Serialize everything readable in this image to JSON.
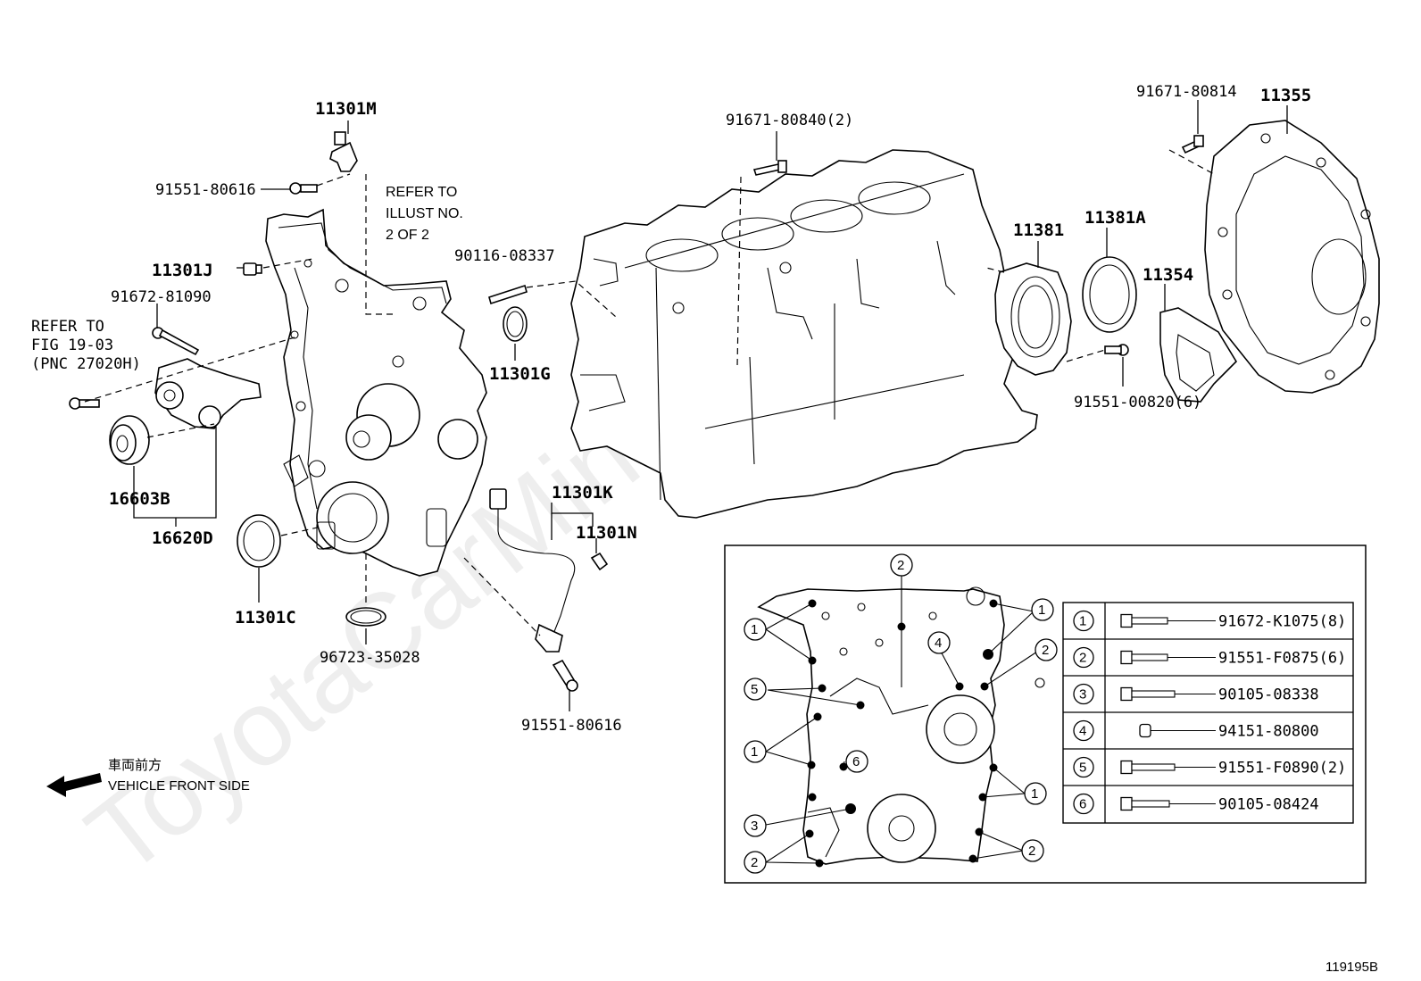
{
  "watermark": "ToyotaCarMine.ru",
  "labels": {
    "l_11301M": "11301M",
    "l_91551_80616_top": "91551-80616",
    "l_refer_illust_1": "REFER TO",
    "l_refer_illust_2": "ILLUST NO.",
    "l_refer_illust_3": "2 OF 2",
    "l_11301J": "11301J",
    "l_91672_81090": "91672-81090",
    "l_refer_fig_1": "REFER TO",
    "l_refer_fig_2": "FIG 19-03",
    "l_refer_fig_3": "(PNC 27020H)",
    "l_16603B": "16603B",
    "l_16620D": "16620D",
    "l_11301C": "11301C",
    "l_96723_35028": "96723-35028",
    "l_90116_08337": "90116-08337",
    "l_11301G": "11301G",
    "l_11301K": "11301K",
    "l_11301N": "11301N",
    "l_91551_80616_bot": "91551-80616",
    "l_91671_80840": "91671-80840(2)",
    "l_11381": "11381",
    "l_11381A": "11381A",
    "l_11354": "11354",
    "l_91551_00820": "91551-00820(6)",
    "l_91671_80814": "91671-80814",
    "l_11355": "11355",
    "l_front_jp": "車両前方",
    "l_front_en": "VEHICLE FRONT SIDE",
    "l_illust_code": "119195B"
  },
  "bolt_table": [
    {
      "num": "1",
      "part": "91672-K1075(8)"
    },
    {
      "num": "2",
      "part": "91551-F0875(6)"
    },
    {
      "num": "3",
      "part": "90105-08338"
    },
    {
      "num": "4",
      "part": "94151-80800"
    },
    {
      "num": "5",
      "part": "91551-F0890(2)"
    },
    {
      "num": "6",
      "part": "90105-08424"
    }
  ],
  "callouts": {
    "c_a": "1",
    "c_b": "1",
    "c_c": "2",
    "c_d": "4",
    "c_e": "2",
    "c_f": "5",
    "c_g": "1",
    "c_h": "6",
    "c_i": "1",
    "c_j": "3",
    "c_k": "2",
    "c_l": "2"
  }
}
